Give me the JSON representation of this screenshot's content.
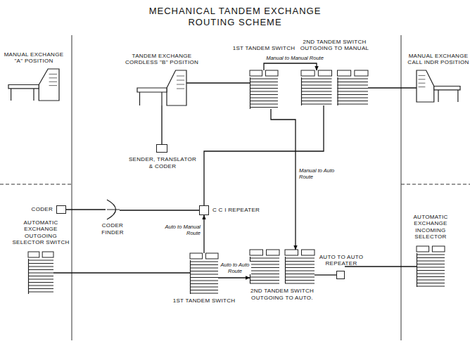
{
  "diagram": {
    "title": "MECHANICAL TANDEM EXCHANGE ROUTING SCHEME",
    "nodes": [
      {
        "text": [
          "MANUAL EXCHANGE \"A\" POSITION"
        ]
      },
      {
        "text": [
          "TANDEM EXCHANGE CORDLESS \"B\" POSITION"
        ]
      },
      {
        "text": [
          "1ST TANDEM SWITCH"
        ]
      },
      {
        "text": [
          "2ND TANDEM SWITCH OUTGOING TO MANUAL"
        ]
      },
      {
        "text": [
          "MANUAL EXCHANGE CALL INDR POSITION"
        ]
      },
      {
        "text": [
          "SENDER, TRANSLATOR & CODER"
        ]
      },
      {
        "text": [
          "CODER"
        ]
      },
      {
        "text": [
          "CODER FINDER"
        ]
      },
      {
        "text": [
          "C C I REPEATER"
        ]
      },
      {
        "text": [
          "AUTOMATIC EXCHANGE OUTGOING SELECTOR SWITCH"
        ]
      },
      {
        "text": [
          "1ST TANDEM SWITCH"
        ]
      },
      {
        "text": [
          "2ND TANDEM SWITCH OUTGOING TO AUTO."
        ]
      },
      {
        "text": [
          "AUTO TO AUTO REPEATER"
        ]
      },
      {
        "text": [
          "AUTOMATIC EXCHANGE INCOMING SELECTOR"
        ]
      }
    ],
    "edges": [
      {
        "from": 1,
        "to": 5,
        "arrow": "none"
      },
      {
        "from": 1,
        "to": 2,
        "arrow": "none"
      },
      {
        "from": 2,
        "to": 3,
        "label": "Manual to Manual Route",
        "arrow": "to"
      },
      {
        "from": 3,
        "to": 4,
        "arrow": "none"
      },
      {
        "from": 2,
        "to": 11,
        "label": "Manual to Auto Route",
        "arrow": "to"
      },
      {
        "from": 10,
        "to": 8,
        "label": "Auto to Manual Route",
        "arrow": "to"
      },
      {
        "from": 8,
        "to": 3,
        "arrow": "none"
      },
      {
        "from": 6,
        "to": 7,
        "arrow": "none"
      },
      {
        "from": 7,
        "to": 8,
        "arrow": "none"
      },
      {
        "from": 9,
        "to": 10,
        "arrow": "none"
      },
      {
        "from": 10,
        "to": 11,
        "label": "Auto to Auto Route",
        "arrow": "to"
      },
      {
        "from": 11,
        "to": 12,
        "arrow": "none"
      },
      {
        "from": 12,
        "to": 13,
        "arrow": "none"
      }
    ]
  }
}
